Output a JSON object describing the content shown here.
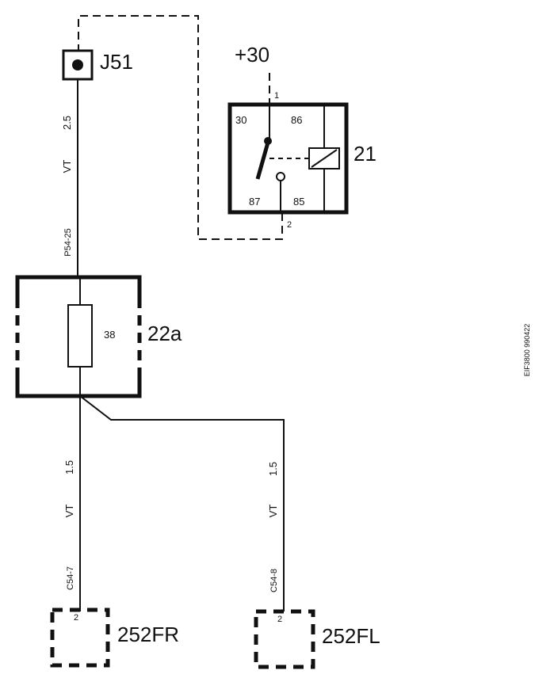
{
  "labels": {
    "j51": "J51",
    "plus30": "+30",
    "relay_pin1": "1",
    "relay_pin2": "2",
    "relay_t30": "30",
    "relay_t86": "86",
    "relay_t87": "87",
    "relay_t85": "85",
    "relay_id": "21",
    "fuse_number": "38",
    "fusebox_id": "22a",
    "wire_top_size": "2.5",
    "wire_top_color": "VT",
    "connector_top": "P54-25",
    "wire_left_size": "1.5",
    "wire_left_color": "VT",
    "connector_left": "C54-7",
    "wire_right_size": "1.5",
    "wire_right_color": "VT",
    "connector_right": "C54-8",
    "fr_pin": "2",
    "fl_pin": "2",
    "fr_id": "252FR",
    "fl_id": "252FL",
    "figure_ref": "EIF3800 990422"
  }
}
